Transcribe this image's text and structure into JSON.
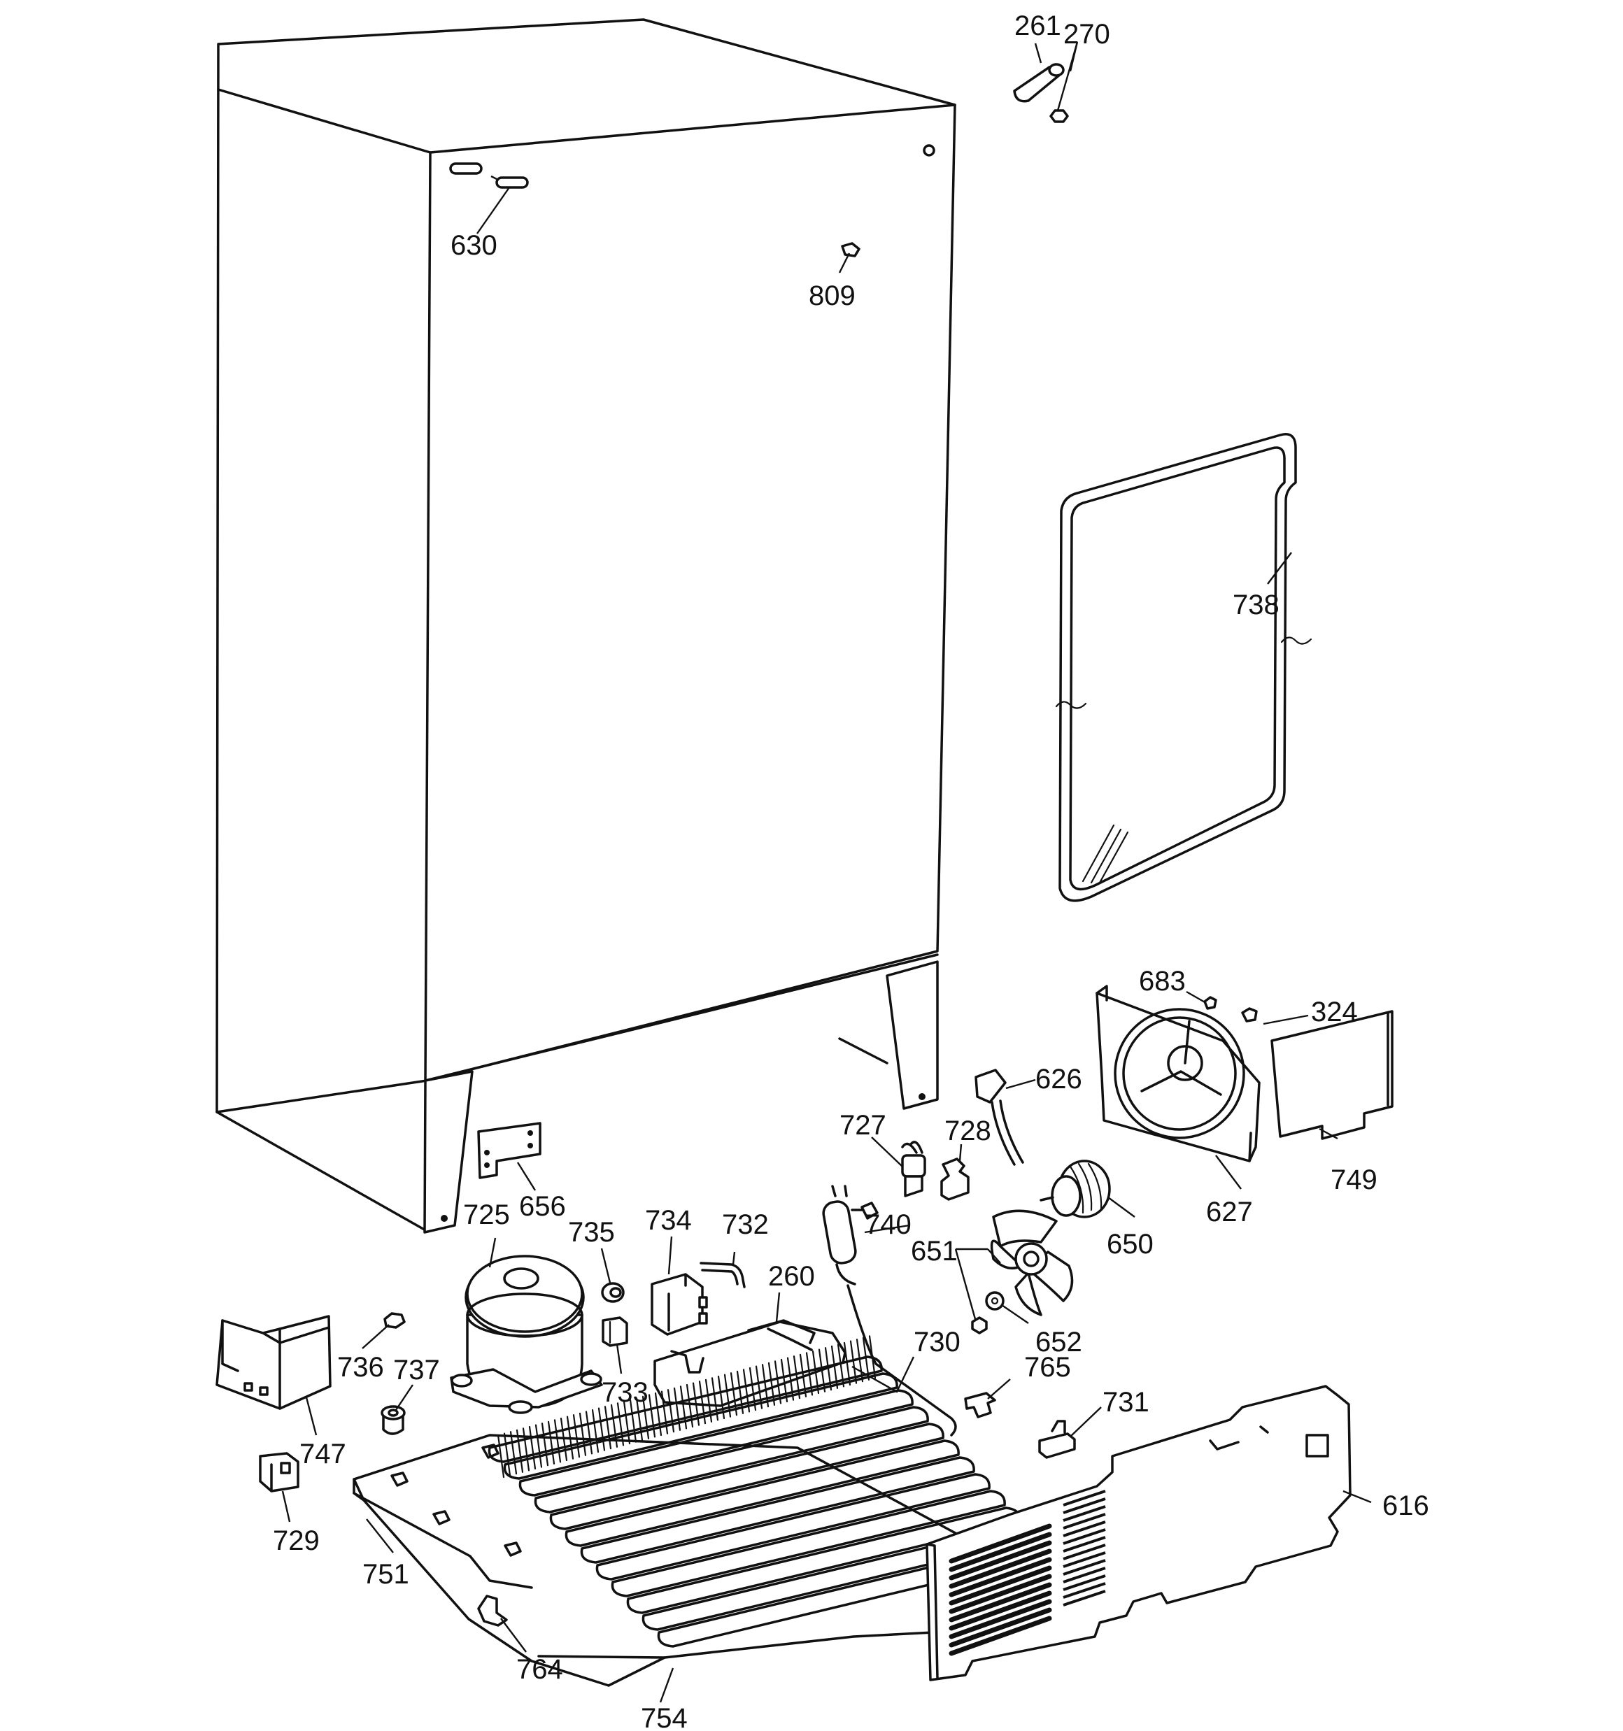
{
  "callouts": [
    {
      "id": "261",
      "label": "261"
    },
    {
      "id": "270",
      "label": "270"
    },
    {
      "id": "630",
      "label": "630"
    },
    {
      "id": "809",
      "label": "809"
    },
    {
      "id": "738",
      "label": "738"
    },
    {
      "id": "683",
      "label": "683"
    },
    {
      "id": "324",
      "label": "324"
    },
    {
      "id": "626",
      "label": "626"
    },
    {
      "id": "727",
      "label": "727"
    },
    {
      "id": "728",
      "label": "728"
    },
    {
      "id": "656",
      "label": "656"
    },
    {
      "id": "725",
      "label": "725"
    },
    {
      "id": "735",
      "label": "735"
    },
    {
      "id": "734",
      "label": "734"
    },
    {
      "id": "732",
      "label": "732"
    },
    {
      "id": "740",
      "label": "740"
    },
    {
      "id": "627",
      "label": "627"
    },
    {
      "id": "749",
      "label": "749"
    },
    {
      "id": "650",
      "label": "650"
    },
    {
      "id": "651",
      "label": "651"
    },
    {
      "id": "260",
      "label": "260"
    },
    {
      "id": "652",
      "label": "652"
    },
    {
      "id": "730",
      "label": "730"
    },
    {
      "id": "736",
      "label": "736"
    },
    {
      "id": "737",
      "label": "737"
    },
    {
      "id": "733",
      "label": "733"
    },
    {
      "id": "765",
      "label": "765"
    },
    {
      "id": "747",
      "label": "747"
    },
    {
      "id": "731",
      "label": "731"
    },
    {
      "id": "616",
      "label": "616"
    },
    {
      "id": "729",
      "label": "729"
    },
    {
      "id": "751",
      "label": "751"
    },
    {
      "id": "764",
      "label": "764"
    },
    {
      "id": "754",
      "label": "754"
    }
  ]
}
